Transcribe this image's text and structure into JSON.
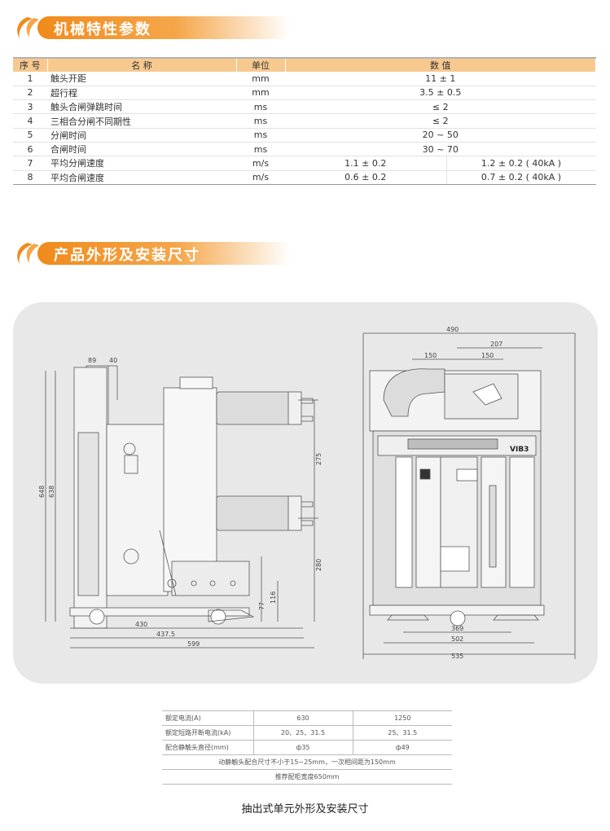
{
  "section1": {
    "title": "机械特性参数"
  },
  "section2": {
    "title": "产品外形及安装尺寸"
  },
  "spec_table": {
    "headers": [
      "序 号",
      "名 称",
      "单位",
      "数 值"
    ],
    "rows": [
      {
        "no": "1",
        "name": "触头开距",
        "unit": "mm",
        "value": "11 ± 1"
      },
      {
        "no": "2",
        "name": "超行程",
        "unit": "mm",
        "value": "3.5 ± 0.5"
      },
      {
        "no": "3",
        "name": "触头合闸弹跳时间",
        "unit": "ms",
        "value": "≤ 2"
      },
      {
        "no": "4",
        "name": "三相合分闸不同期性",
        "unit": "ms",
        "value": "≤ 2"
      },
      {
        "no": "5",
        "name": "分闸时间",
        "unit": "ms",
        "value": "20 ~ 50"
      },
      {
        "no": "6",
        "name": "合闸时间",
        "unit": "ms",
        "value": "30 ~ 70"
      },
      {
        "no": "7",
        "name": "平均分闸速度",
        "unit": "m/s",
        "value_a": "1.1 ± 0.2",
        "value_b": "1.2 ± 0.2 ( 40kA )"
      },
      {
        "no": "8",
        "name": "平均合闸速度",
        "unit": "m/s",
        "value_a": "0.6 ± 0.2",
        "value_b": "0.7 ± 0.2 ( 40kA )"
      }
    ]
  },
  "drawing": {
    "left_dims": {
      "d89": "89",
      "d40": "40",
      "d648": "648",
      "d638": "638",
      "d275": "275",
      "d280": "280",
      "d116": "116",
      "d77": "77",
      "d430": "430",
      "d4375": "437.5",
      "d599": "599"
    },
    "right_dims": {
      "d490": "490",
      "d207": "207",
      "d150a": "150",
      "d150b": "150",
      "d369": "369",
      "d502": "502",
      "d535": "535"
    },
    "model_label": "VIB3"
  },
  "rating_table": {
    "rows": [
      {
        "label": "额定电流(A)",
        "a": "630",
        "b": "1250"
      },
      {
        "label": "额定短路开断电流(kA)",
        "a": "20、25、31.5",
        "b": "25、31.5"
      },
      {
        "label": "配合静触头直径(mm)",
        "a": "ф35",
        "b": "ф49"
      }
    ],
    "note1": "动静触头配合尺寸不小于15~25mm，一次相间距为150mm",
    "note2": "推荐配柜宽度650mm"
  },
  "caption": "抽出式单元外形及安装尺寸",
  "colors": {
    "accent": "#f08a1c",
    "header_fill": "#f7c98f",
    "panel": "#e8e8e8"
  }
}
